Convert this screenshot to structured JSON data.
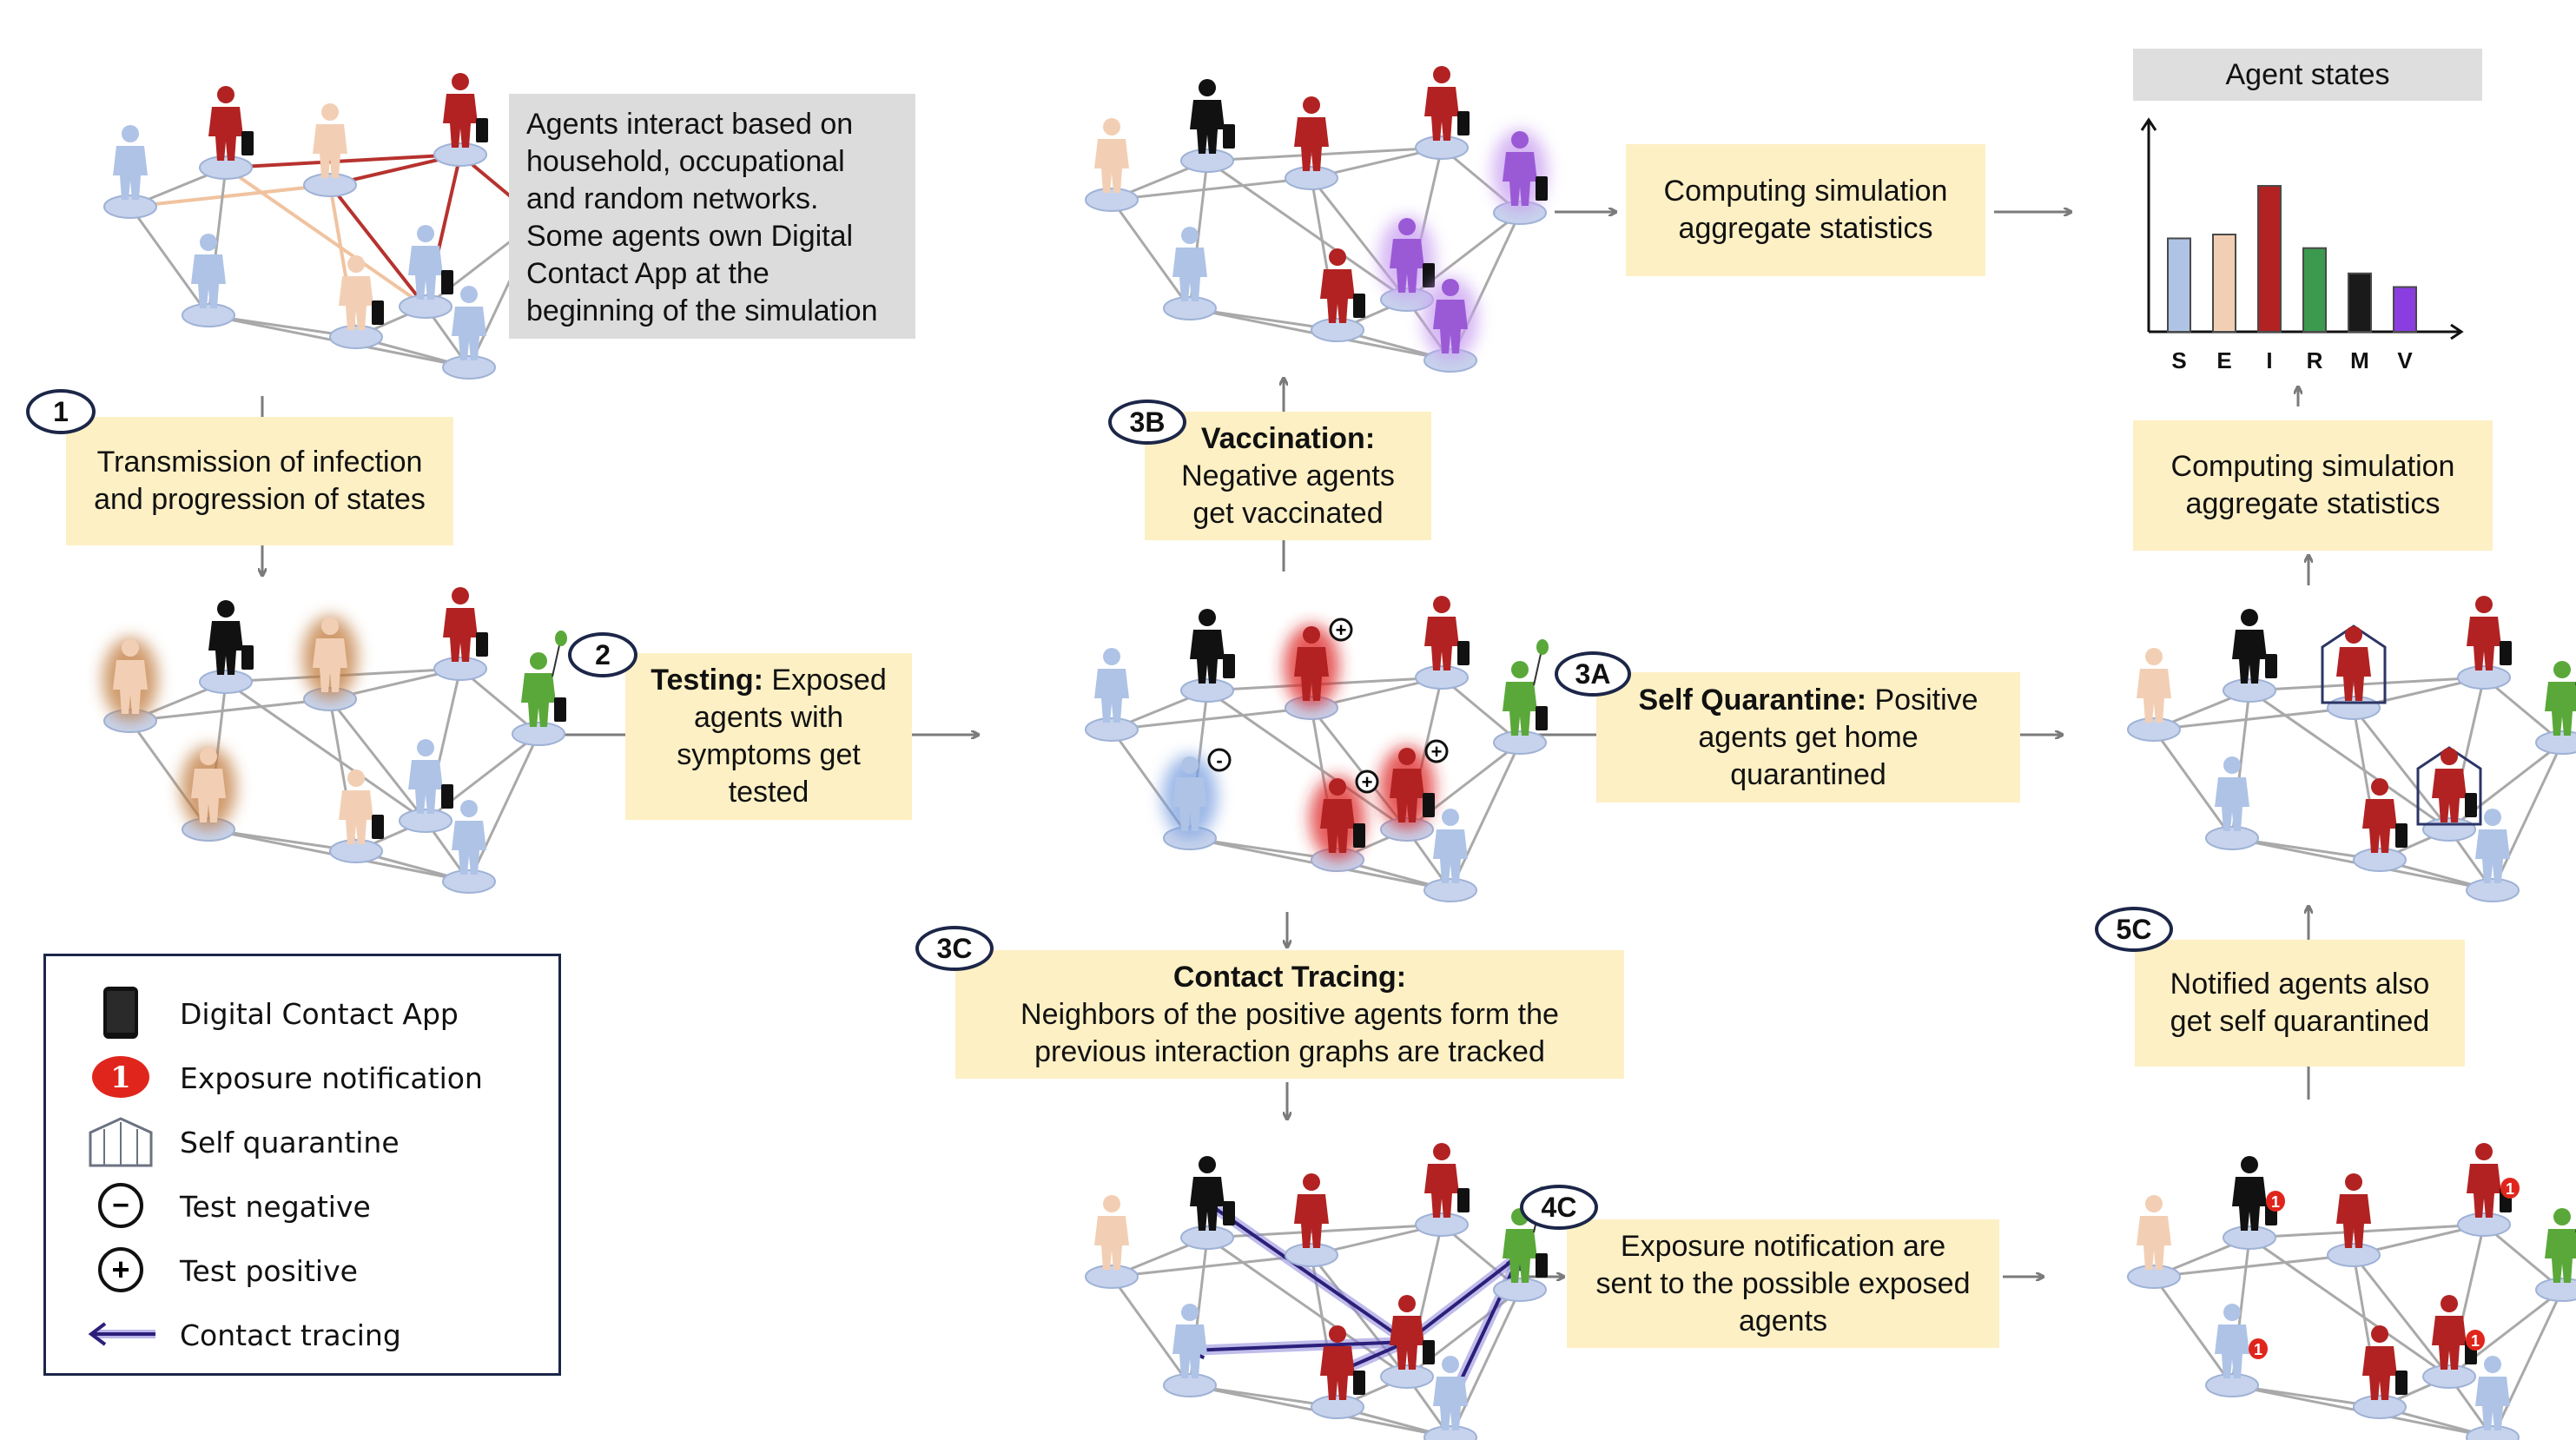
{
  "intro_text": [
    "Agents interact based on",
    "household, occupational",
    "and random networks.",
    "Some agents own Digital",
    "Contact App at the",
    "beginning of the simulation"
  ],
  "steps": {
    "s1": {
      "badge": "1",
      "lines": [
        "Transmission of infection",
        "and progression of states"
      ]
    },
    "s2": {
      "badge": "2",
      "bold": "Testing:",
      "rest": " Exposed",
      "lines": [
        "agents with",
        "symptoms get",
        "tested"
      ]
    },
    "s3b": {
      "badge": "3B",
      "bold": "Vaccination:",
      "lines": [
        "Negative agents",
        "get vaccinated"
      ]
    },
    "s3a": {
      "badge": "3A",
      "bold": "Self Quarantine:",
      "rest": " Positive",
      "lines": [
        "agents get home",
        "quarantined"
      ]
    },
    "s3c": {
      "badge": "3C",
      "bold": "Contact Tracing:",
      "lines": [
        "Neighbors of the positive agents form the",
        "previous interaction graphs are tracked"
      ]
    },
    "s4c": {
      "badge": "4C",
      "lines": [
        "Exposure notification are",
        "sent to the possible exposed",
        "agents"
      ]
    },
    "s5c": {
      "badge": "5C",
      "lines": [
        "Notified agents also",
        "get self quarantined"
      ]
    },
    "agg_top": {
      "lines": [
        "Computing simulation",
        "aggregate statistics"
      ]
    },
    "agg_right": {
      "lines": [
        "Computing simulation",
        "aggregate statistics"
      ]
    }
  },
  "agent_states": {
    "title": "Agent states",
    "chart_data": {
      "type": "bar",
      "categories": [
        "S",
        "E",
        "I",
        "R",
        "M",
        "V"
      ],
      "values": [
        48,
        50,
        75,
        43,
        30,
        23
      ],
      "colors": [
        "#aec3e6",
        "#f2cfb4",
        "#b22222",
        "#3c9a4e",
        "#1a1a1a",
        "#8a3ee0"
      ],
      "ylim": [
        0,
        100
      ]
    }
  },
  "legend": {
    "items": [
      {
        "icon": "phone-icon",
        "label": "Digital Contact App"
      },
      {
        "icon": "exposure-notification-icon",
        "label": "Exposure notification",
        "glyph": "1"
      },
      {
        "icon": "quarantine-house-icon",
        "label": "Self quarantine"
      },
      {
        "icon": "test-negative-icon",
        "label": "Test negative",
        "glyph": "−"
      },
      {
        "icon": "test-positive-icon",
        "label": "Test positive",
        "glyph": "+"
      },
      {
        "icon": "contact-tracing-arrow-icon",
        "label": "Contact tracing"
      }
    ]
  },
  "colors": {
    "box_fill": "#fdf0c4",
    "gray_fill": "#dcdcdc",
    "susceptible": "#aec3e6",
    "exposed": "#f2cfb4",
    "infected": "#b22222",
    "recovered": "#5aa83a",
    "dead": "#111111",
    "vaccinated": "#9a5ad6",
    "tracing": "#4b3ca8"
  }
}
